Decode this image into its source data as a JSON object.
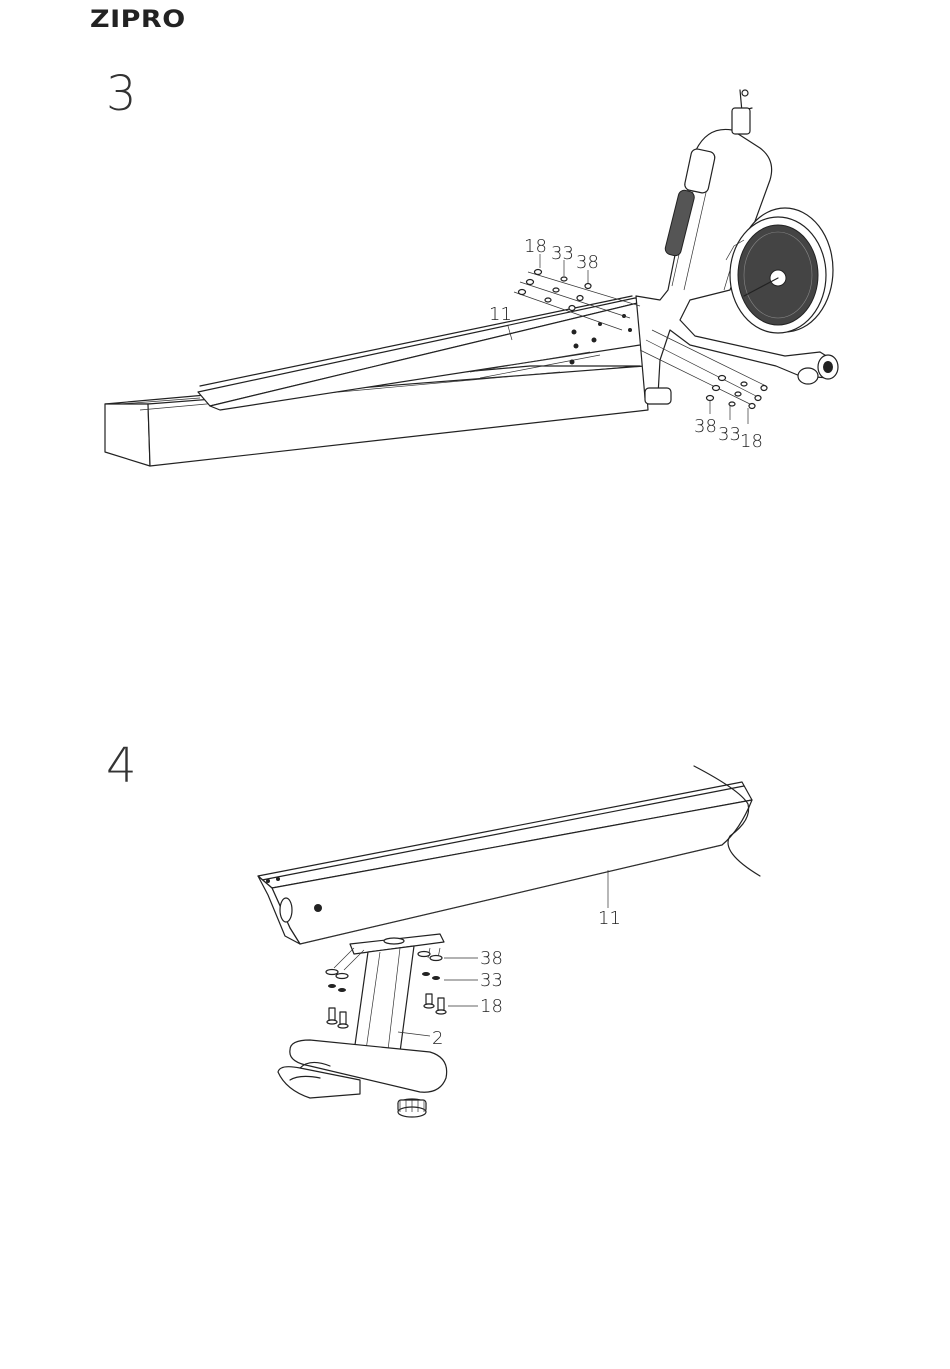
{
  "brand": {
    "logo_text": "ZIPRO"
  },
  "steps": [
    {
      "number": "3",
      "labels": {
        "top_18": "18",
        "top_33": "33",
        "top_38": "38",
        "rail": "11",
        "bottom_38": "38",
        "bottom_33": "33",
        "bottom_18": "18"
      }
    },
    {
      "number": "4",
      "labels": {
        "rail": "11",
        "washer": "38",
        "spring_washer": "33",
        "bolt": "18",
        "stabilizer": "2"
      }
    }
  ]
}
